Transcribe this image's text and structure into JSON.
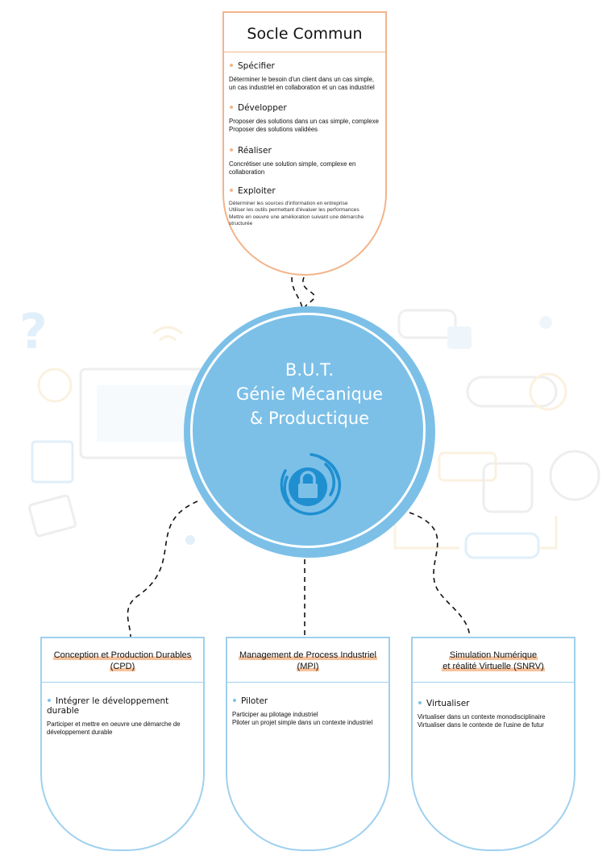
{
  "hub": {
    "lines": [
      "B.U.T.",
      "Génie Mécanique",
      "& Productique"
    ],
    "icon": "padlock-icon"
  },
  "socle": {
    "title": "Socle Commun",
    "sections": [
      {
        "title": "Spécifier",
        "lines": [
          "Déterminer le besoin d'un client dans un cas simple,",
          "un cas industriel en collaboration et un cas industriel"
        ]
      },
      {
        "title": "Développer",
        "lines": [
          "Proposer des solutions dans un cas simple, complexe",
          "Proposer des solutions validées"
        ]
      },
      {
        "title": "Réaliser",
        "lines": [
          "Concrétiser une solution simple, complexe en",
          "collaboration"
        ]
      },
      {
        "title": "Exploiter",
        "lines": [
          "Déterminer les sources d'information en entreprise",
          "Utiliser les outils permettant d'évaluer les performances",
          "Mettre en oeuvre une amélioration suivant une démarche",
          "structurée"
        ]
      }
    ]
  },
  "specialities": [
    {
      "title_lines": [
        "Conception et Production Durables",
        "(CPD)"
      ],
      "section_title": "Intégrer le développement durable",
      "lines": [
        "Participer et mettre en oeuvre une démarche de",
        "développement durable"
      ]
    },
    {
      "title_lines": [
        "Management de Process Industriel",
        "(MPI)"
      ],
      "section_title": "Piloter",
      "lines": [
        "Participer au pilotage industriel",
        "Piloter un projet simple dans un contexte industriel"
      ]
    },
    {
      "title_lines": [
        "Simulation Numérique",
        "et réalité Virtuelle (SNRV)"
      ],
      "section_title": "Virtualiser",
      "lines": [
        "Virtualiser dans un contexte monodisciplinaire",
        "Virtualiser dans le contexte de l'usine de futur"
      ]
    }
  ],
  "colors": {
    "orange_accent": "#f2b48a",
    "blue_accent": "#9fd0ef",
    "hub_blue": "#7cc0e8",
    "icon_blue": "#1f8fd0"
  }
}
